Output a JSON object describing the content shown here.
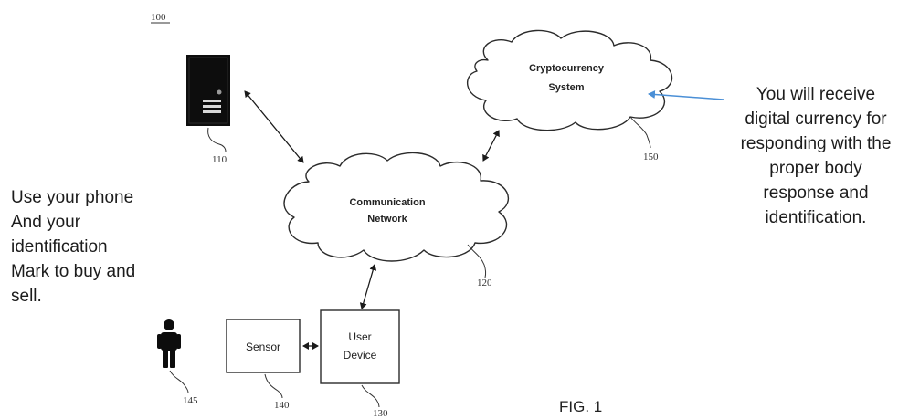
{
  "figure": {
    "ref_main": "100",
    "fig_label": "FIG. 1"
  },
  "server": {
    "ref": "110"
  },
  "network": {
    "label_line1": "Communication",
    "label_line2": "Network",
    "ref": "120"
  },
  "crypto": {
    "label_line1": "Cryptocurrency",
    "label_line2": "System",
    "ref": "150"
  },
  "sensor": {
    "label": "Sensor",
    "ref": "140"
  },
  "user_device": {
    "label_line1": "User",
    "label_line2": "Device",
    "ref": "130"
  },
  "person": {
    "ref": "145"
  },
  "left_note": {
    "lines": [
      "Use your phone",
      "And your",
      "identification",
      "Mark to buy and",
      "sell."
    ]
  },
  "right_note": {
    "lines": [
      "You will receive",
      "digital currency for",
      "responding with the",
      "proper body",
      "response and",
      "identification."
    ]
  },
  "colors": {
    "ink": "#1a1a1a",
    "annotation_arrow": "#4a8fd6"
  }
}
